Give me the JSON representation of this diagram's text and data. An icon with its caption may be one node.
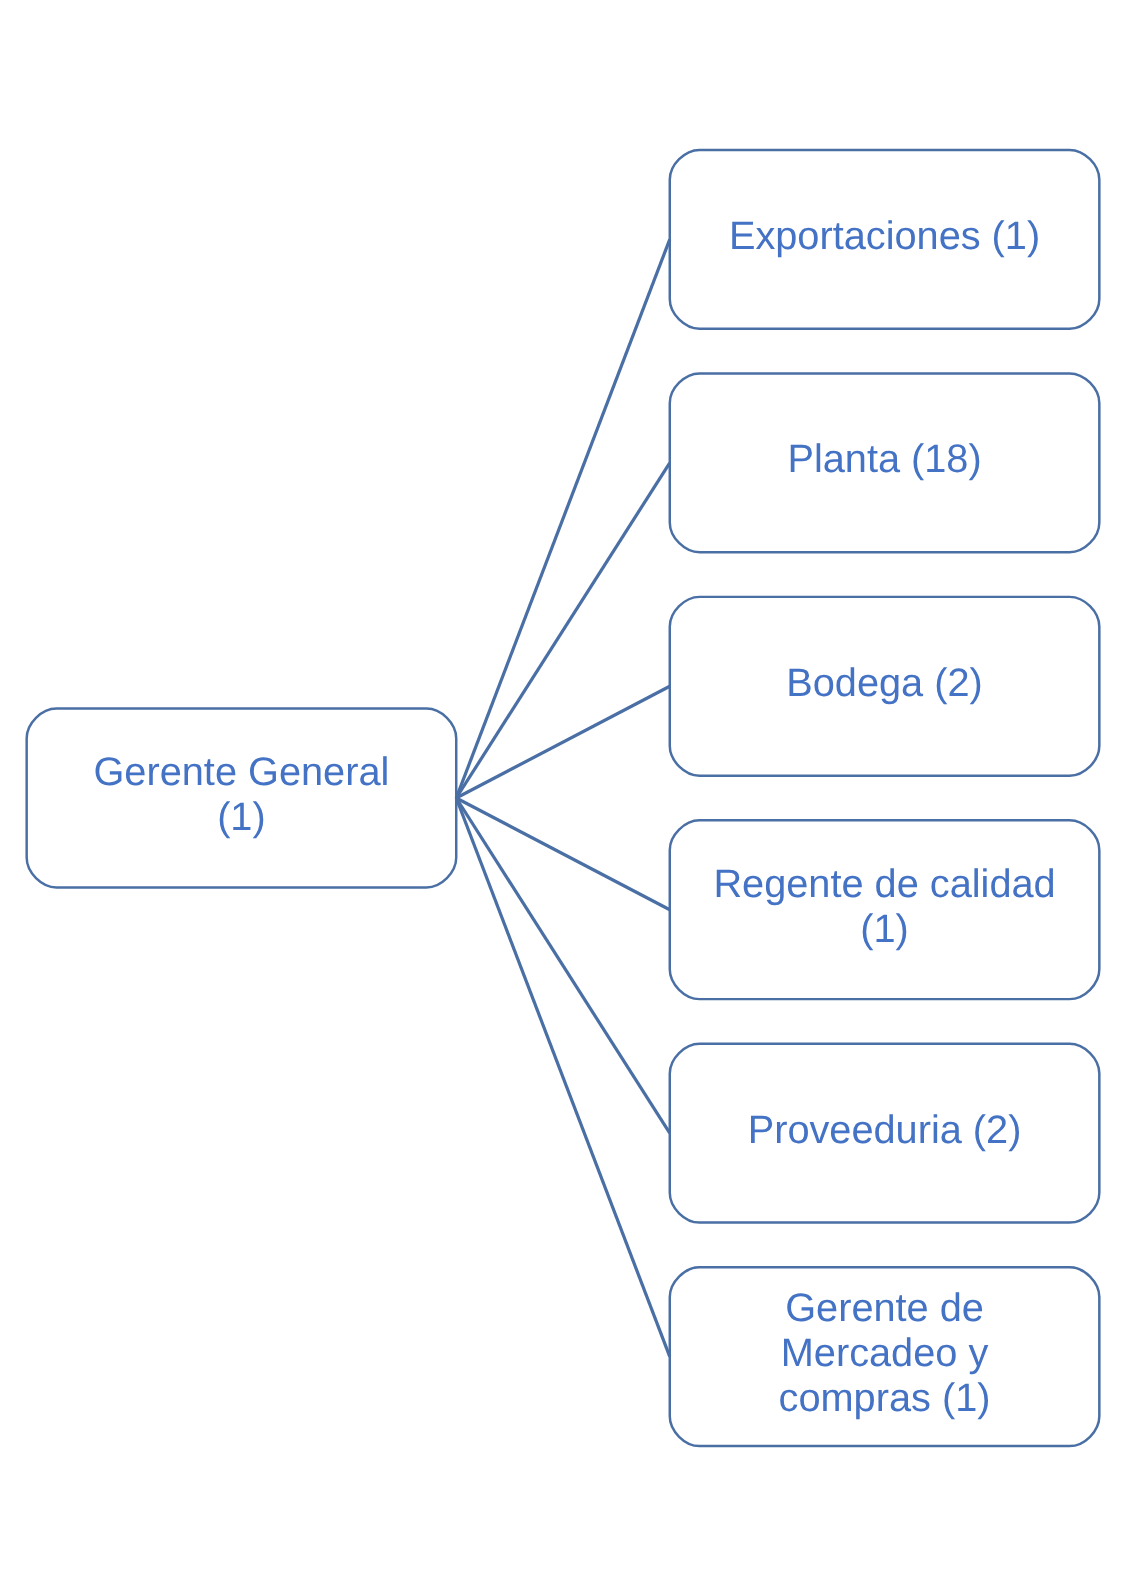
{
  "diagram": {
    "nodes": [
      {
        "text": [
          "Gerente General (1)"
        ]
      },
      {
        "text": [
          "Exportaciones (1)"
        ]
      },
      {
        "text": [
          "Planta (18)"
        ]
      },
      {
        "text": [
          "Bodega (2)"
        ]
      },
      {
        "text": [
          "Regente de calidad (1)"
        ]
      },
      {
        "text": [
          "Proveeduria (2)"
        ]
      },
      {
        "text": [
          "Gerente de Mercadeo y compras (1)"
        ]
      }
    ],
    "edges": [
      {
        "from": 0,
        "to": 1,
        "arrow": "none"
      },
      {
        "from": 0,
        "to": 2,
        "arrow": "none"
      },
      {
        "from": 0,
        "to": 3,
        "arrow": "none"
      },
      {
        "from": 0,
        "to": 4,
        "arrow": "none"
      },
      {
        "from": 0,
        "to": 5,
        "arrow": "none"
      },
      {
        "from": 0,
        "to": 6,
        "arrow": "none"
      }
    ]
  }
}
